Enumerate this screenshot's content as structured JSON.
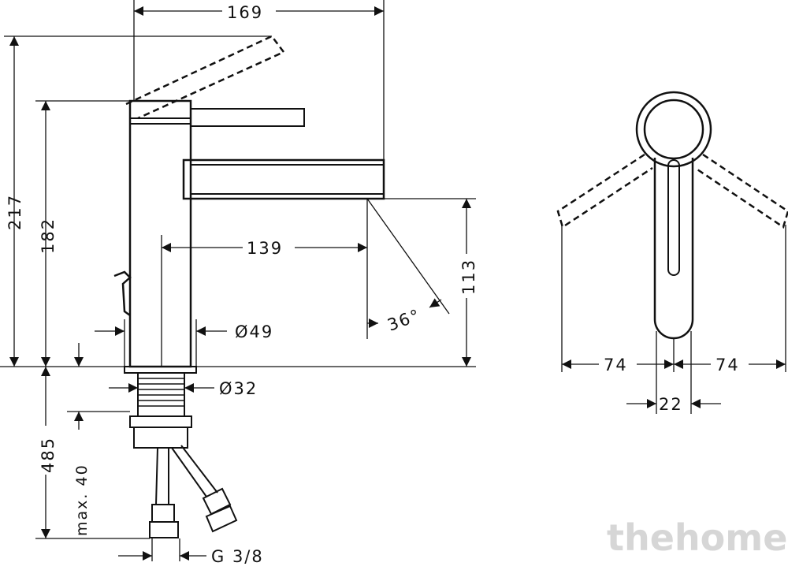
{
  "dimensions": {
    "width_169": "169",
    "height_217": "217",
    "height_182": "182",
    "spout_139": "139",
    "height_113": "113",
    "angle_36": "36°",
    "diameter_49": "Ø49",
    "diameter_32": "Ø32",
    "depth_485": "485",
    "max_40": "max. 40",
    "thread": "G 3/8",
    "swing_left_74": "74",
    "swing_right_74": "74",
    "handle_22": "22"
  },
  "watermark": "thehome"
}
